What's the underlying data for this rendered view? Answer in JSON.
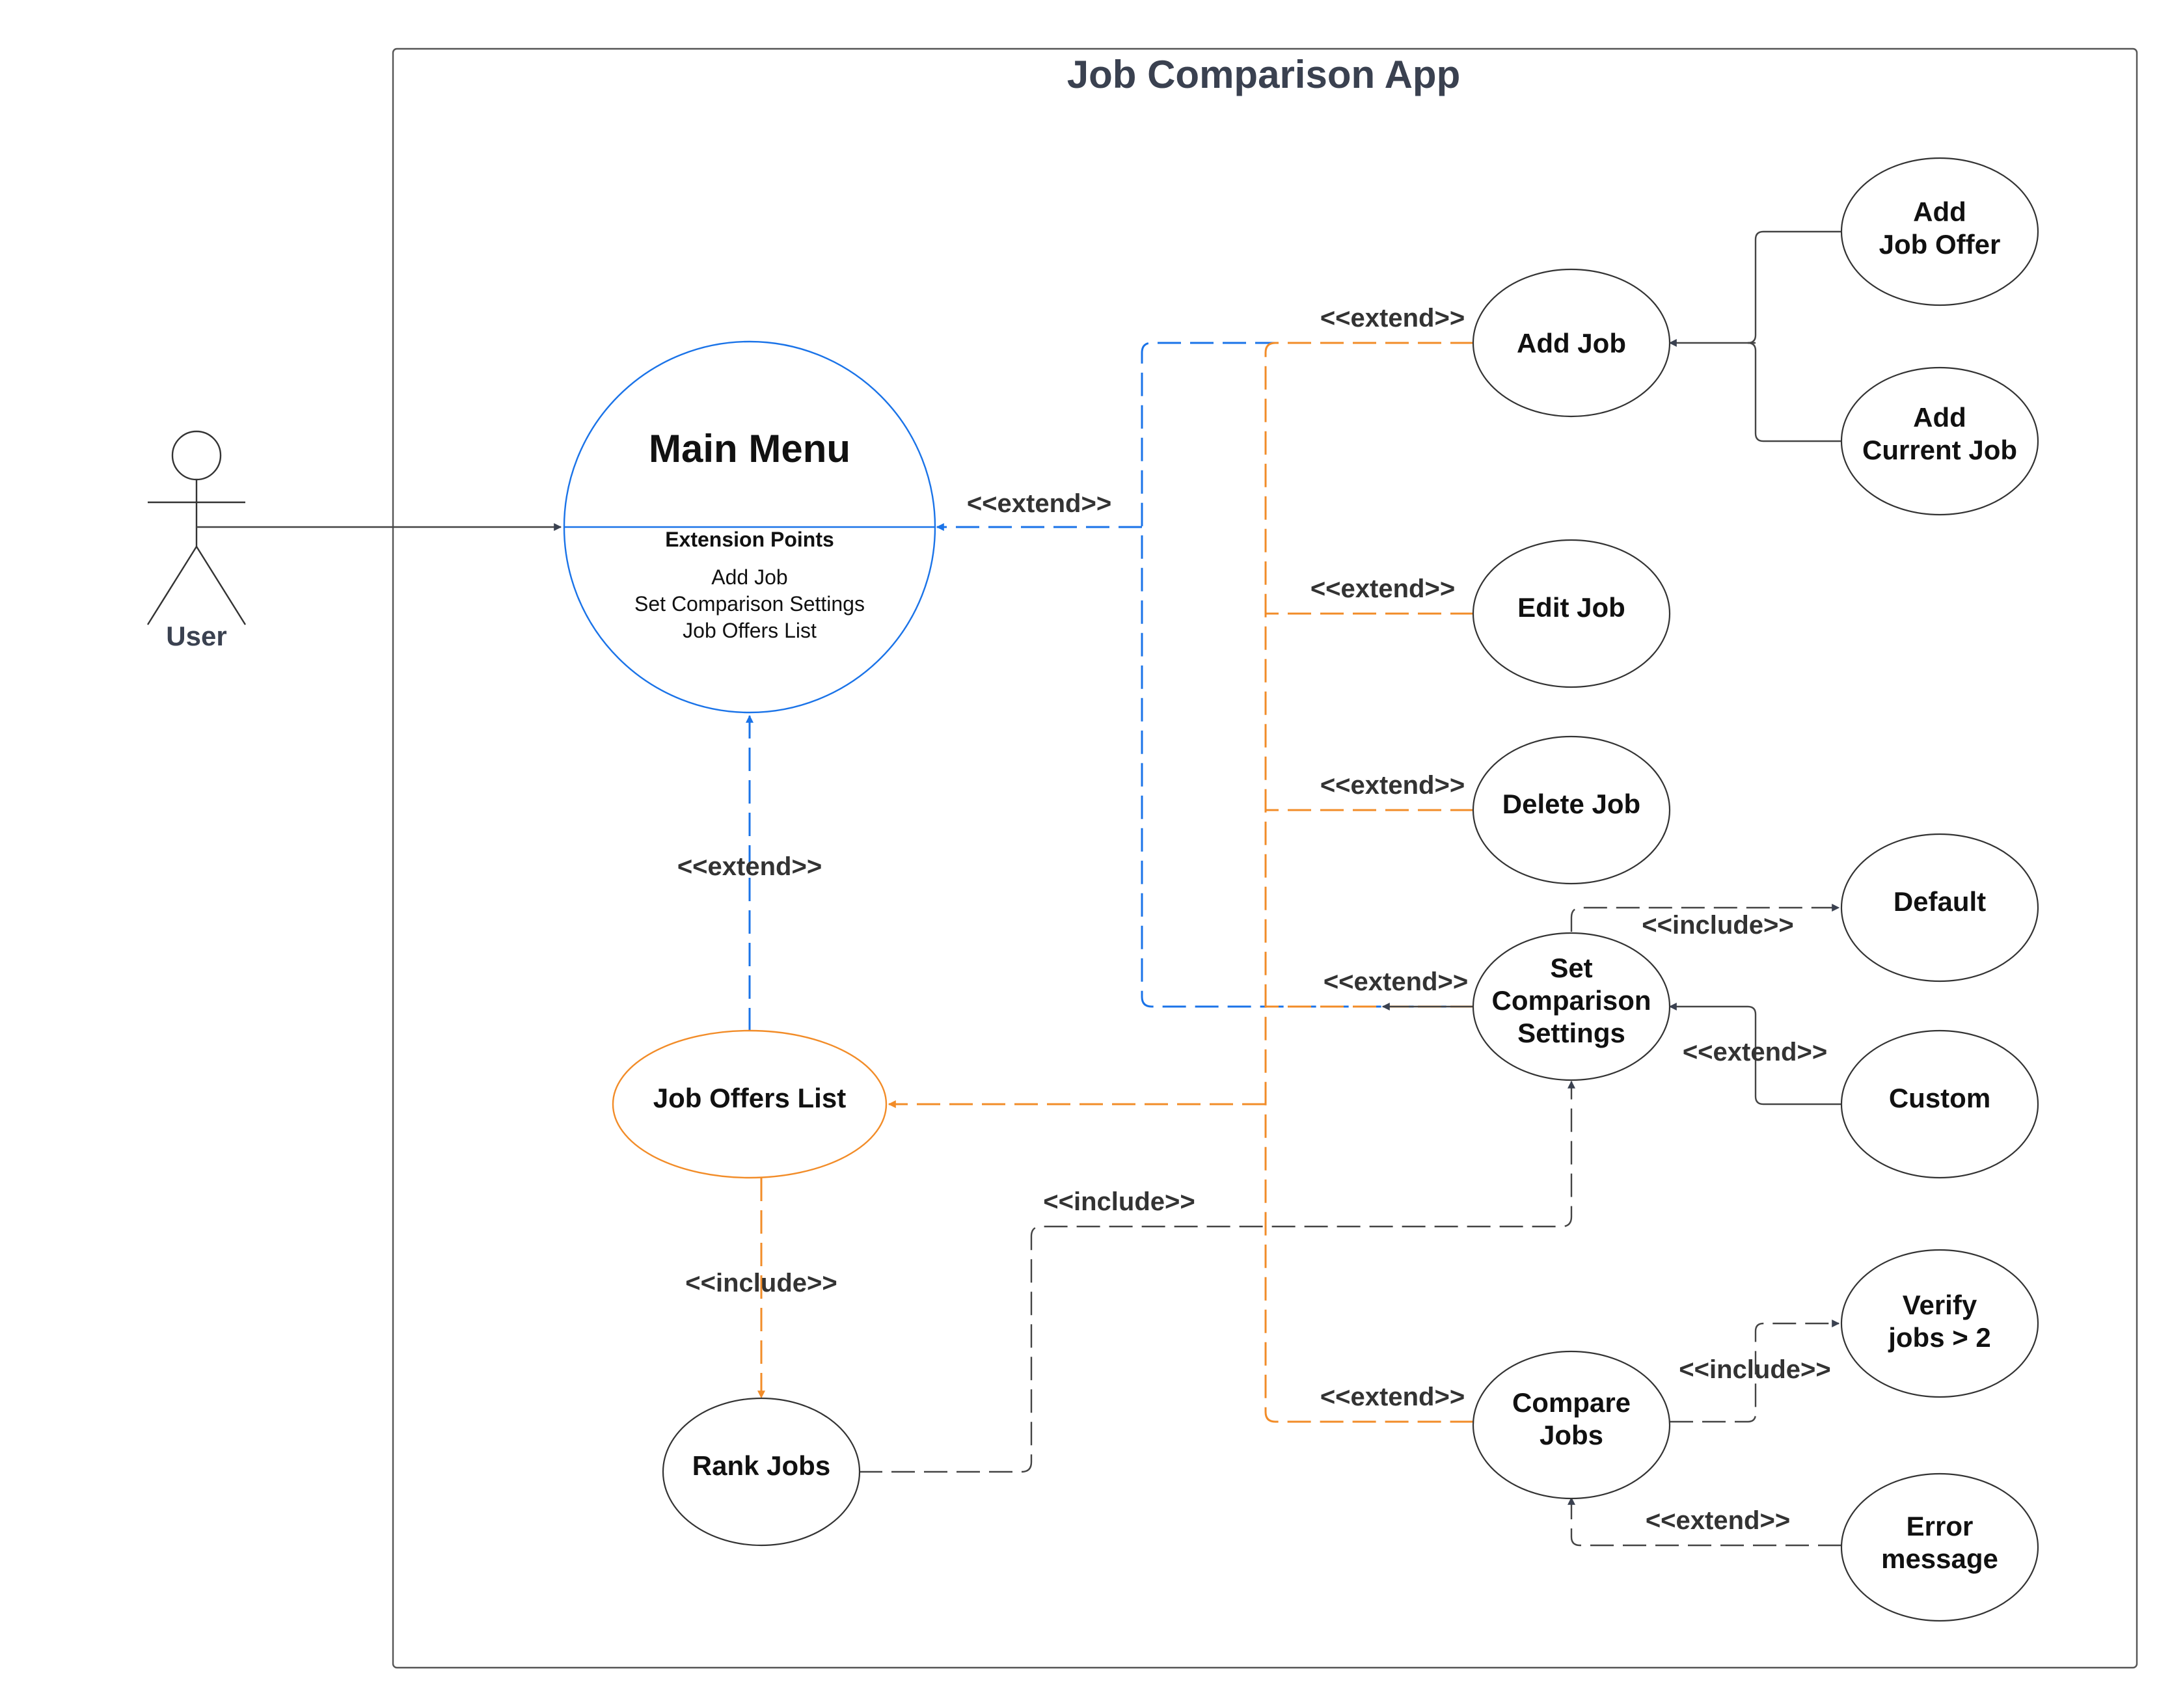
{
  "system": {
    "title": "Job Comparison App"
  },
  "actor": {
    "label": "User"
  },
  "main_menu": {
    "title": "Main Menu",
    "extension_points_heading": "Extension Points",
    "extension_points": [
      "Add Job",
      "Set Comparison Settings",
      "Job Offers List"
    ]
  },
  "use_cases": {
    "add_job": "Add Job",
    "add_job_offer": [
      "Add",
      "Job Offer"
    ],
    "add_current_job": [
      "Add",
      "Current Job"
    ],
    "edit_job": "Edit Job",
    "delete_job": "Delete Job",
    "set_comparison_settings": [
      "Set",
      "Comparison",
      "Settings"
    ],
    "default": "Default",
    "custom": "Custom",
    "job_offers_list": "Job Offers List",
    "rank_jobs": "Rank Jobs",
    "compare_jobs": [
      "Compare",
      "Jobs"
    ],
    "verify_jobs": [
      "Verify",
      "jobs > 2"
    ],
    "error_message": [
      "Error",
      "message"
    ]
  },
  "relations": {
    "extend": "<<extend>>",
    "include": "<<include>>"
  },
  "colors": {
    "blue": "#1a73e8",
    "orange": "#f28c28",
    "gray": "#444444",
    "title": "#3a4150"
  }
}
